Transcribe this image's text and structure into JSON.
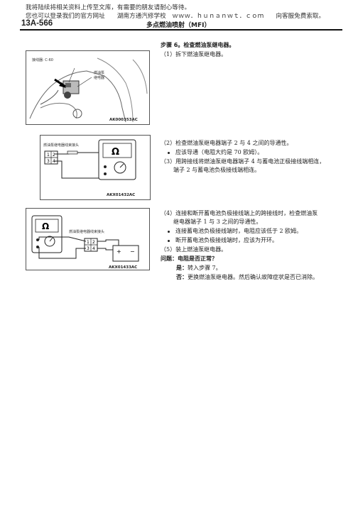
{
  "header": {
    "line1": "我将陆续将相关资料上传至文库，有需要的朋友请耐心等待。",
    "line2_left": "您也可以登录我们的官方网址　　湖南方通汽修学校　ｗｗｗ．ｈｕｎａｎｗｔ．ｃｏｍ　　向客服免费索取。",
    "section_code": "13A-566",
    "section_title": "多点燃油喷射（MFI）"
  },
  "figures": {
    "fig1": {
      "label1": "接线器: C-60",
      "label2": "燃油泵",
      "label3": "继电器",
      "code": "AK000353AC"
    },
    "fig2": {
      "label": "燃油泵继电器线束接头",
      "pins_top": [
        "1",
        "2"
      ],
      "pins_bottom": [
        "3",
        "4"
      ],
      "omega": "Ω",
      "code": "AKX01432AC"
    },
    "fig3": {
      "label": "燃油泵继电器线束接头",
      "pins_top": [
        "1",
        "2"
      ],
      "pins_bottom": [
        "3",
        "4"
      ],
      "omega": "Ω",
      "plus": "+",
      "minus": "−",
      "code": "AKX01433AC"
    }
  },
  "steps": {
    "title": "步骤 6。检查燃油泵继电器。",
    "s1": "（1）拆下燃油泵继电器。",
    "s2": "（2）检查燃油泵继电器端子 2 与 4 之间的导通性。",
    "s2_b1": "应该导通（电阻大约是 70 欧姆）。",
    "s3_l1": "（3）用跨接线将燃油泵继电器端子 4 与蓄电池正极接线端相连，",
    "s3_l2": "端子 2 与蓄电池负极接线端相连。",
    "s4_l1": "（4）连接和断开蓄电池负极接线端上的跨接线时，检查燃油泵",
    "s4_l2": "继电器端子 1 与 3 之间的导通性。",
    "s4_b1": "连接蓄电池负极接线端时，电阻应该低于 2 欧姆。",
    "s4_b2": "断开蓄电池负极接线端时，应该为开环。",
    "s5": "（5）装上燃油泵继电器。",
    "q_label": "问题：",
    "q_text": "电阻是否正常？",
    "yes_label": "是：",
    "yes_text": "转入步骤 7。",
    "no_label": "否：",
    "no_text": "更换燃油泵继电器。然后确认故障症状是否已消除。"
  }
}
